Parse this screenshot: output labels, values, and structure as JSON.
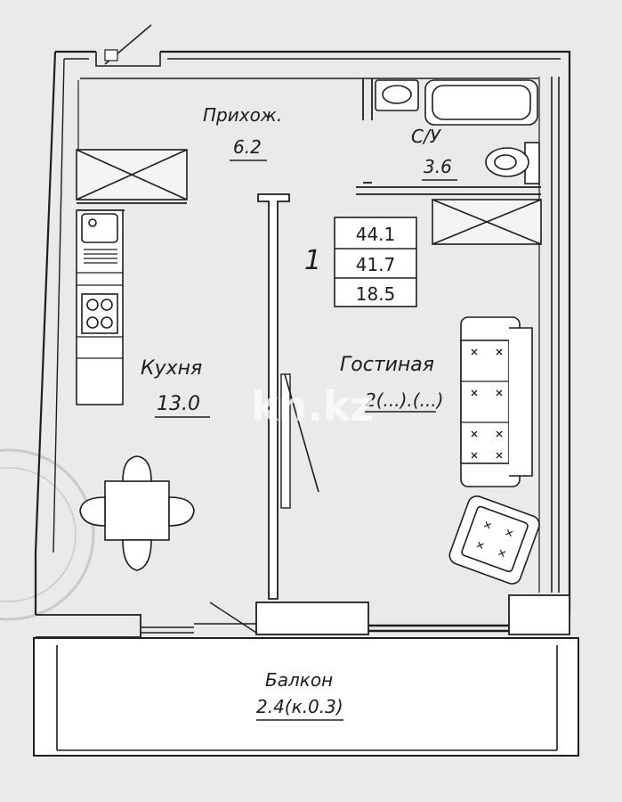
{
  "rooms": {
    "hallway": {
      "name": "Прихож.",
      "area": "6.2"
    },
    "bathroom": {
      "name": "С/У",
      "area": "3.6"
    },
    "kitchen": {
      "name": "Кухня",
      "area": "13.0"
    },
    "living": {
      "name": "Гостиная",
      "area": "2(...).(...)"
    },
    "balcony": {
      "name": "Балкон",
      "area": "2.4(к.0.3)"
    }
  },
  "apartment": {
    "rooms_count": "1",
    "total_area": "44.1",
    "area_2": "41.7",
    "living_area": "18.5"
  },
  "watermark": "kn.kz",
  "colors": {
    "paper": "#e9eaea",
    "line": "#1e1e1e",
    "wall_fill": "#ffffff"
  }
}
